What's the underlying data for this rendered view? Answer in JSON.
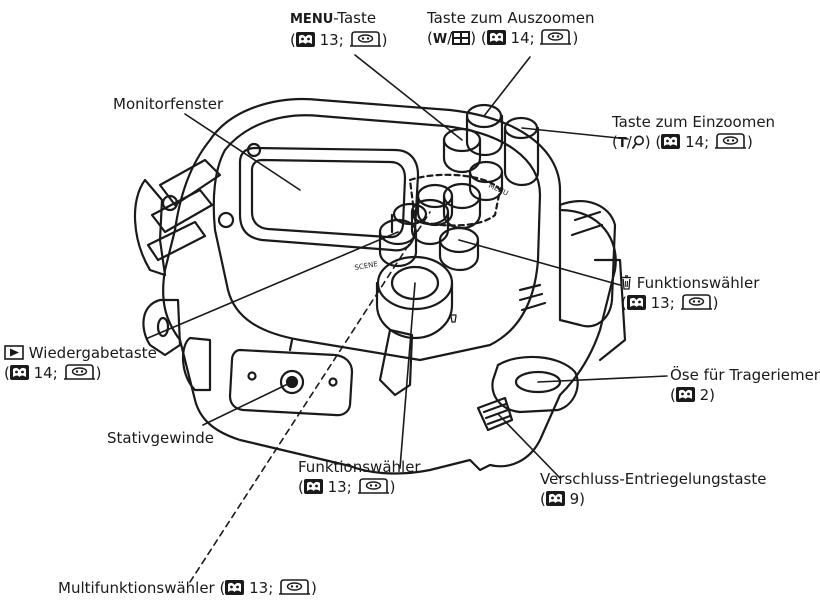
{
  "labels": {
    "menu": {
      "key": "MENU",
      "suffix": "-Taste",
      "ref": "13;"
    },
    "zoom_out": {
      "line1": "Taste zum Auszoomen",
      "w": "W",
      "ref": "14;"
    },
    "zoom_in": {
      "line1": "Taste zum Einzoomen",
      "t": "T",
      "ref": "14;"
    },
    "monitor": {
      "text": "Monitorfenster"
    },
    "delete_selector": {
      "text": "Funktionswähler",
      "ref": "13;"
    },
    "playback": {
      "text": "Wiedergabetaste",
      "ref": "14;"
    },
    "strap_eyelet": {
      "text": "Öse für Trageriemen",
      "ref": "2)"
    },
    "tripod": {
      "text": "Stativgewinde"
    },
    "mode_dial": {
      "text": "Funktionswähler",
      "ref": "13;"
    },
    "shutter_release": {
      "text": "Verschluss-Entriegelungstaste",
      "ref": "9)"
    },
    "multi_selector": {
      "text": "Multifunktionswähler (",
      "ref": "13;"
    }
  },
  "colors": {
    "ink": "#1a1a1a",
    "book_bg": "#1a1a1a"
  },
  "icons": [
    "book-icon",
    "monitor-icon",
    "playback-icon",
    "trash-icon",
    "wide-icon",
    "tele-icon"
  ]
}
